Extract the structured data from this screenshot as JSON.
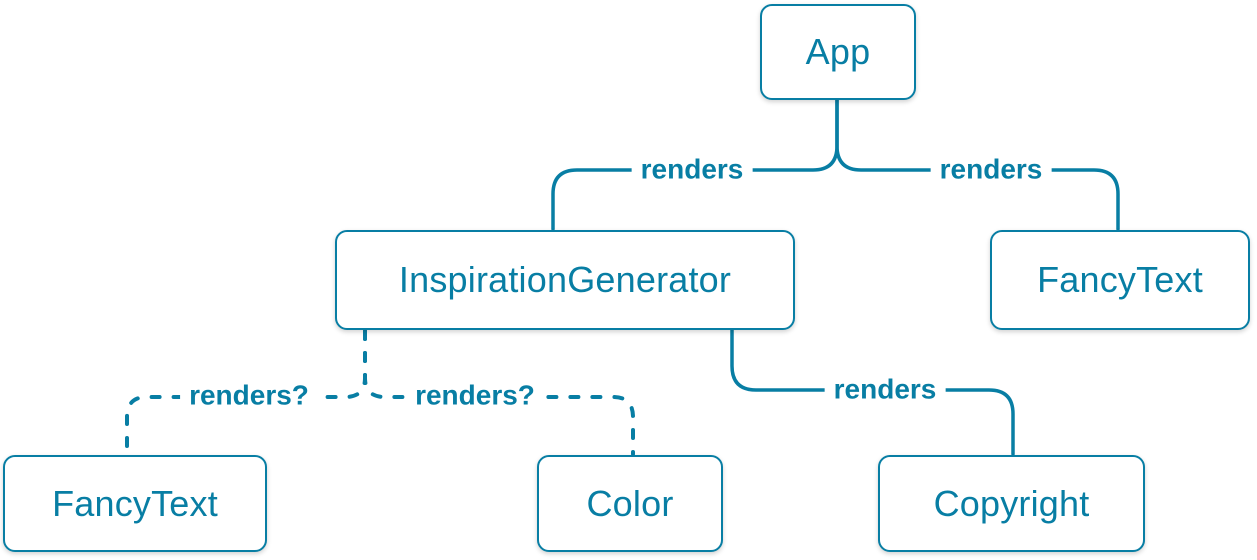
{
  "diagram": {
    "title": "React render tree diagram",
    "accent_color": "#087ea4",
    "node_fill": "#ffffff",
    "nodes": [
      {
        "id": "app",
        "label": "App"
      },
      {
        "id": "inspiration-generator",
        "label": "InspirationGenerator"
      },
      {
        "id": "fancy-text-top",
        "label": "FancyText"
      },
      {
        "id": "fancy-text-bottom",
        "label": "FancyText"
      },
      {
        "id": "color",
        "label": "Color"
      },
      {
        "id": "copyright",
        "label": "Copyright"
      }
    ],
    "edges": [
      {
        "from": "App",
        "to": "InspirationGenerator",
        "label": "renders",
        "style": "solid"
      },
      {
        "from": "App",
        "to": "FancyText",
        "label": "renders",
        "style": "solid"
      },
      {
        "from": "InspirationGenerator",
        "to": "FancyText",
        "label": "renders?",
        "style": "dashed"
      },
      {
        "from": "InspirationGenerator",
        "to": "Color",
        "label": "renders?",
        "style": "dashed"
      },
      {
        "from": "InspirationGenerator",
        "to": "Copyright",
        "label": "renders",
        "style": "solid"
      }
    ]
  }
}
